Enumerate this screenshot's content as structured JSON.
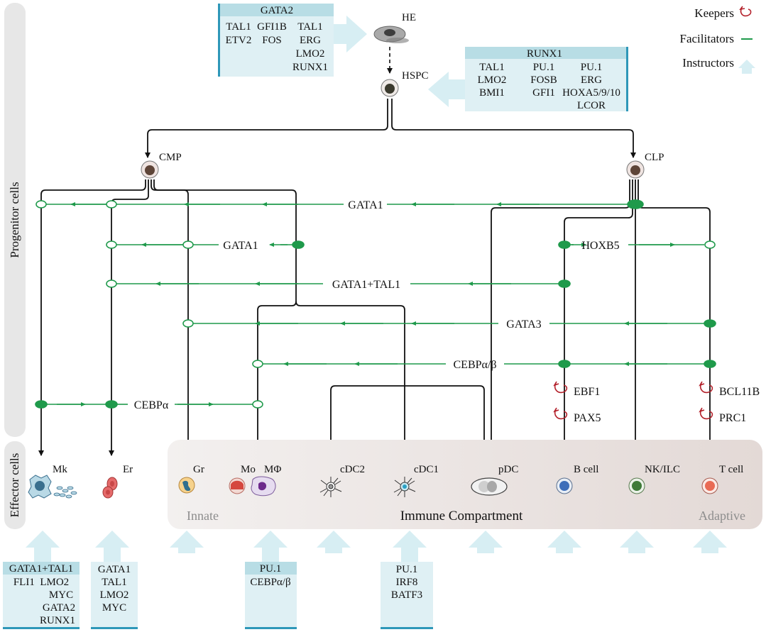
{
  "side_labels": {
    "progenitor": "Progenitor cells",
    "effector": "Effector cells"
  },
  "legend": {
    "keepers": "Keepers",
    "facilitators": "Facilitators",
    "instructors": "Instructors"
  },
  "colors": {
    "facilitator_green": "#1f9a4b",
    "keeper_red": "#b3202a",
    "instructor_blue": "#d7eef3",
    "box_fill": "#dff0f4",
    "box_header": "#b8dde5",
    "box_edge": "#2e97b8",
    "compartment": "#ece6e4"
  },
  "progenitors": {
    "he": "HE",
    "hspc": "HSPC",
    "cmp": "CMP",
    "clp": "CLP"
  },
  "gata2_box": {
    "header": "GATA2",
    "rows": [
      [
        "TAL1",
        "GFI1B",
        "TAL1"
      ],
      [
        "ETV2",
        "FOS",
        "ERG"
      ],
      [
        "",
        "",
        "LMO2"
      ],
      [
        "",
        "",
        "RUNX1"
      ]
    ]
  },
  "runx1_box": {
    "header": "RUNX1",
    "rows": [
      [
        "TAL1",
        "PU.1",
        "PU.1"
      ],
      [
        "LMO2",
        "FOSB",
        "ERG"
      ],
      [
        "BMI1",
        "GFI1",
        "HOXA5/9/10"
      ],
      [
        "",
        "",
        "LCOR"
      ]
    ]
  },
  "facilitators": {
    "gata1_top": "GATA1",
    "gata1_mid": "GATA1",
    "gata1_tal1": "GATA1+TAL1",
    "gata3": "GATA3",
    "cebp_ab": "CEBPα/β",
    "cebp_a": "CEBPα",
    "hoxb5": "HOXB5"
  },
  "keepers": {
    "ebf1": "EBF1",
    "pax5": "PAX5",
    "bcl11b": "BCL11B",
    "prc1": "PRC1"
  },
  "effector_cells": {
    "mk": "Mk",
    "er": "Er",
    "gr": "Gr",
    "mo": "Mo",
    "mphi": "MΦ",
    "cdc2": "cDC2",
    "cdc1": "cDC1",
    "pdc": "pDC",
    "bcell": "B cell",
    "nkilc": "NK/ILC",
    "tcell": "T cell"
  },
  "compartment": {
    "innate": "Innate",
    "title": "Immune Compartment",
    "adaptive": "Adaptive"
  },
  "instructor_boxes": {
    "mk": {
      "header": "GATA1+TAL1",
      "lines": [
        "FLI1  LMO2",
        "MYC",
        "GATA2",
        "RUNX1"
      ]
    },
    "er": {
      "header": "",
      "lines": [
        "GATA1",
        "TAL1",
        "LMO2",
        "MYC"
      ]
    },
    "mo": {
      "header": "PU.1",
      "lines": [
        "CEBPα/β"
      ]
    },
    "cdc1": {
      "header": "",
      "lines": [
        "PU.1",
        "IRF8",
        "BATF3"
      ]
    }
  }
}
